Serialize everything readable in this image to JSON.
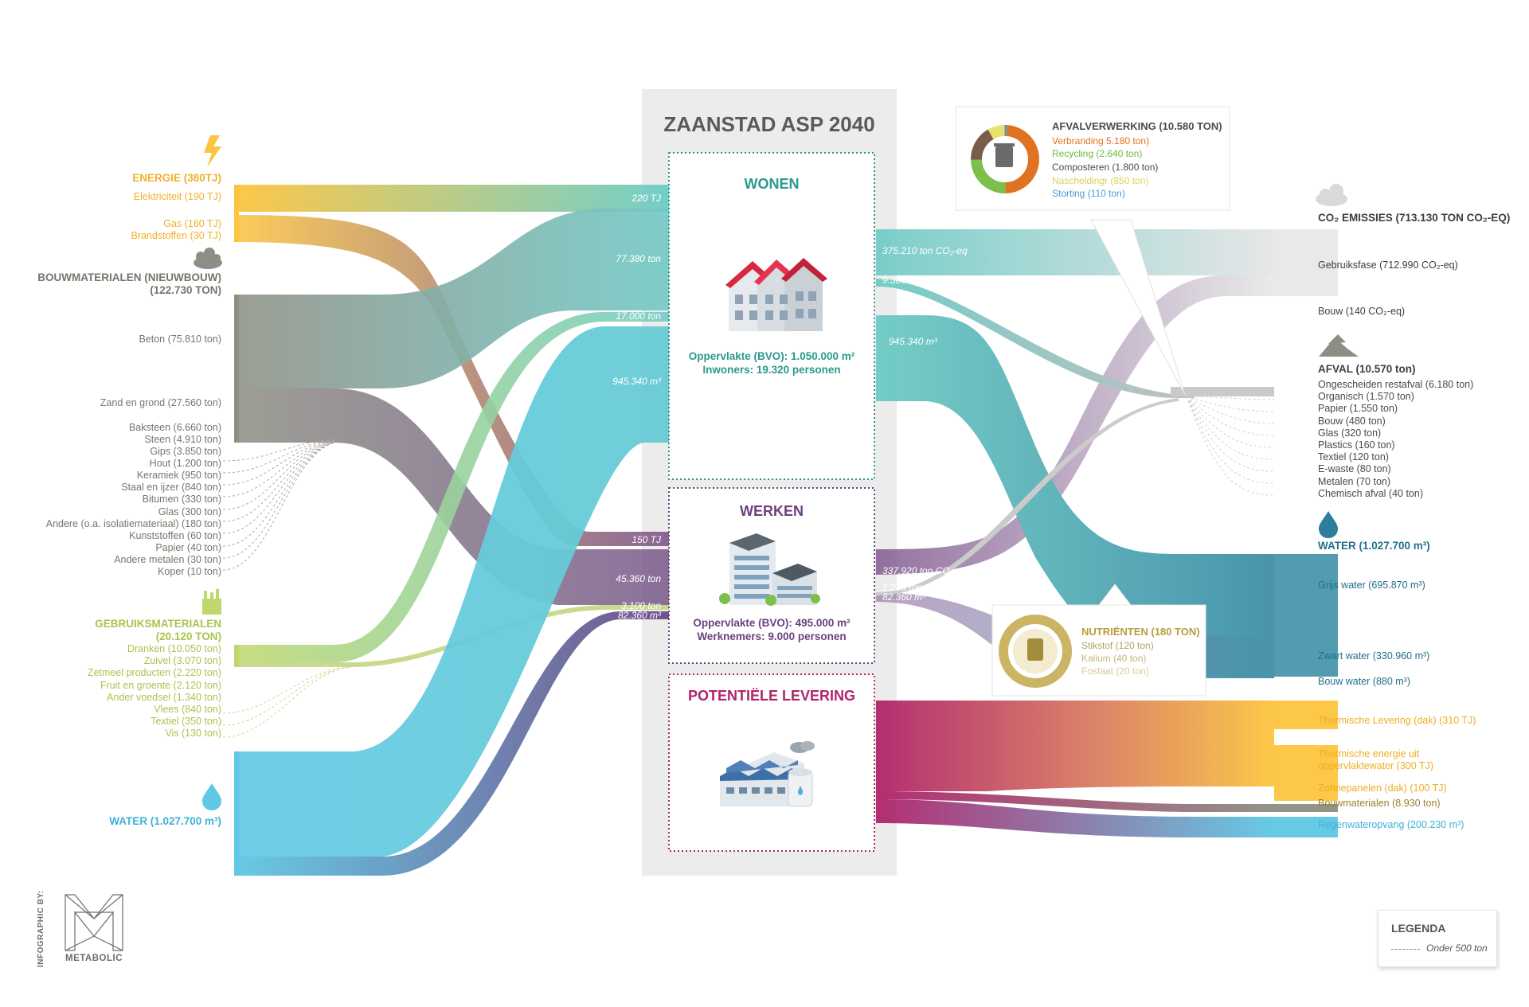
{
  "title": "ZAANSTAD ASP 2040",
  "colors": {
    "energy": "#fdc53f",
    "materials": "#8d8f84",
    "goods": "#bfd86c",
    "water": "#5fc8e4",
    "wonen": "#2a9a8c",
    "werken": "#6d3f7f",
    "levering": "#b1246a",
    "grey": "#d6d6d6"
  },
  "left": {
    "energie": {
      "title": "ENERGIE (380TJ)",
      "items": [
        "Elektriciteit (190 TJ)",
        "Gas (160 TJ)",
        "Brandstoffen (30 TJ)"
      ]
    },
    "bouw": {
      "title1": "BOUWMATERIALEN (NIEUWBOUW)",
      "title2": "(122.730 TON)",
      "items": [
        "Beton (75.810 ton)",
        "Zand en grond (27.560 ton)",
        "Baksteen (6.660 ton)",
        "Steen (4.910 ton)",
        "Gips (3.850 ton)",
        "Hout (1.200 ton)",
        "Keramiek (950 ton)",
        "Staal en ijzer (840 ton)",
        "Bitumen (330 ton)",
        "Glas (300 ton)",
        "Andere (o.a. isolatiemateriaal) (180 ton)",
        "Kunststoffen (60 ton)",
        "Papier (40 ton)",
        "Andere metalen (30 ton)",
        "Koper (10 ton)"
      ]
    },
    "gebruik": {
      "title1": "GEBRUIKSMATERIALEN",
      "title2": "(20.120 TON)",
      "items": [
        "Dranken (10.050 ton)",
        "Zuivel (3.070 ton)",
        "Zetmeel producten (2.220 ton)",
        "Fruit en groente (2.120 ton)",
        "Ander voedsel (1.340 ton)",
        "Vlees (840 ton)",
        "Textiel (350 ton)",
        "Vis (130 ton)"
      ]
    },
    "water": {
      "title": "WATER (1.027.700 m³)"
    }
  },
  "center": {
    "wonen": {
      "title": "WONEN",
      "line1": "Oppervlakte (BVO): 1.050.000 m²",
      "line2": "Inwoners: 19.320 personen",
      "in": [
        "220 TJ",
        "77.380 ton",
        "17.000 ton",
        "945.340 m³"
      ],
      "out": [
        "375.210 ton CO₂-eq",
        "9.380 ton",
        "945.340 m³"
      ]
    },
    "werken": {
      "title": "WERKEN",
      "line1": "Oppervlakte (BVO): 495.000 m²",
      "line2": "Werknemers: 9.000 personen",
      "in": [
        "150 TJ",
        "45.360 ton",
        "3.100 ton",
        "82.360 m³"
      ],
      "out": [
        "337.920 ton CO₂-eq",
        "1.200 ton",
        "82.360 m³"
      ]
    },
    "levering": {
      "title": "POTENTIËLE LEVERING"
    }
  },
  "right": {
    "co2": {
      "title": "CO₂ EMISSIES (713.130 TON CO₂-EQ)",
      "items": [
        "Gebruiksfase (712.990 CO₂-eq)",
        "Bouw (140 CO₂-eq)"
      ]
    },
    "afval": {
      "title": "AFVAL (10.570 ton)",
      "items": [
        "Ongescheiden restafval (6.180 ton)",
        "Organisch (1.570 ton)",
        "Papier (1.550 ton)",
        "Bouw (480 ton)",
        "Glas (320 ton)",
        "Plastics (160 ton)",
        "Textiel (120 ton)",
        "E-waste (80 ton)",
        "Metalen (70 ton)",
        "Chemisch afval (40 ton)"
      ]
    },
    "water": {
      "title": "WATER (1.027.700 m³)",
      "items": [
        "Grijs water (695.870 m³)",
        "Zwart water (330.960 m³)",
        "Bouw water (880 m³)"
      ]
    },
    "levering": {
      "items": [
        "Thermische Levering (dak) (310 TJ)",
        "Thermische energie uit",
        "oppervlaktewater (300 TJ)",
        "Zonnepanelen (dak) (100 TJ)",
        "Bouwmaterialen (8.930 ton)",
        "Regenwateropvang (200.230 m³)"
      ]
    }
  },
  "afvalverwerking": {
    "title": "AFVALVERWERKING (10.580 TON)",
    "items": [
      "Verbranding 5.180 ton)",
      "Recycling (2.640 ton)",
      "Composteren (1.800 ton)",
      "Nascheidingr (850 ton)",
      "Storting (110 ton)"
    ],
    "shares": [
      5180,
      2640,
      1800,
      850,
      110
    ],
    "colors": [
      "#e07323",
      "#7cbf4b",
      "#7a5c4a",
      "#e8e26a",
      "#4a9ad6"
    ]
  },
  "nutrienten": {
    "title": "NUTRIËNTEN (180 TON)",
    "items": [
      "Stikstof (120 ton)",
      "Kalium (40 ton)",
      "Fosfaat (20 ton)"
    ]
  },
  "credit": {
    "by": "INFOGRAPHIC BY:",
    "name": "METABOLIC"
  },
  "legend": {
    "title": "LEGENDA",
    "item": "Onder 500 ton"
  }
}
